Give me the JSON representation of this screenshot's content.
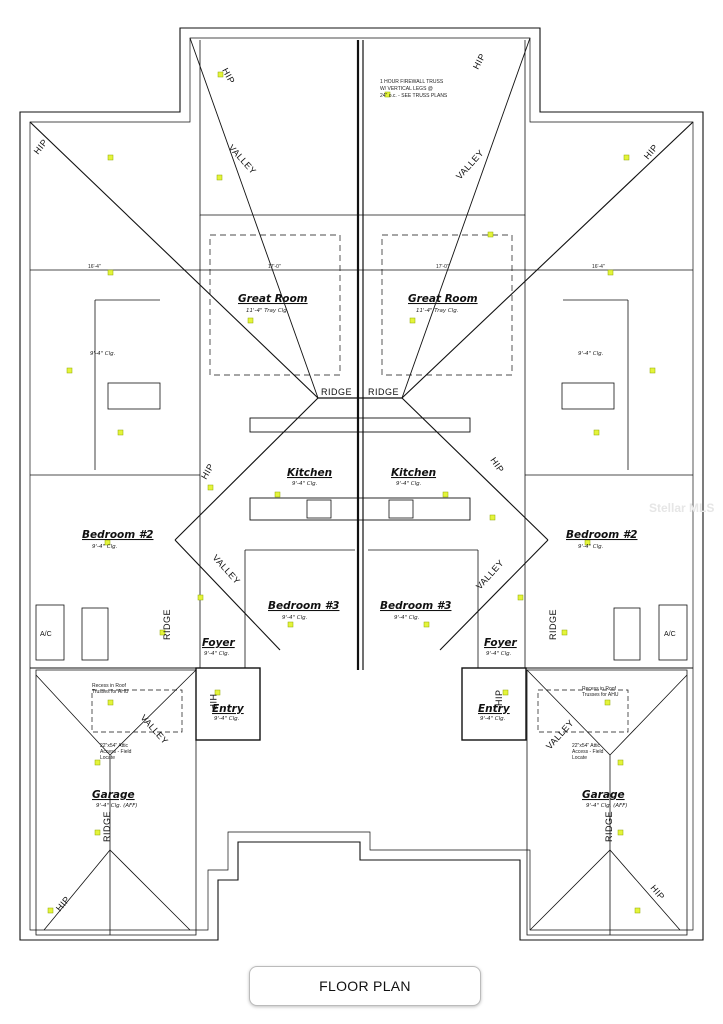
{
  "rooms": {
    "great_room": "Great Room",
    "great_room_clg": "11'-4\" Tray Clg.",
    "kitchen": "Kitchen",
    "kitchen_clg": "9'-4\" Clg.",
    "bedroom2": "Bedroom #2",
    "bedroom2_clg": "9'-4\" Clg.",
    "bedroom3": "Bedroom #3",
    "bedroom3_clg": "9'-4\" Clg.",
    "foyer": "Foyer",
    "foyer_clg": "9'-4\" Clg.",
    "entry": "Entry",
    "entry_clg": "9'-4\" Clg.",
    "garage": "Garage",
    "garage_clg": "9'-4\" Clg. (AFF)",
    "ac": "A/C",
    "bath_clg": "9'-4\" Clg."
  },
  "roof_labels": {
    "hip": "HIP",
    "valley": "VALLEY",
    "ridge": "RIDGE"
  },
  "notes": {
    "firewall_1": "1 HOUR FIREWALL TRUSS",
    "firewall_2": "W/ VERTICAL LEGS @",
    "firewall_3": "24\" o.c. - SEE TRUSS PLANS",
    "recess_1": "Recess in Roof",
    "recess_2": "Trusses for AHU",
    "attic_1": "22\"x54\" Attic",
    "attic_2": "Access - Field",
    "attic_3": "Locate",
    "dim_top": "16'-4\"",
    "dim_great": "17'-0\""
  },
  "caption": "FLOOR PLAN",
  "watermark": "Stellar MLS"
}
